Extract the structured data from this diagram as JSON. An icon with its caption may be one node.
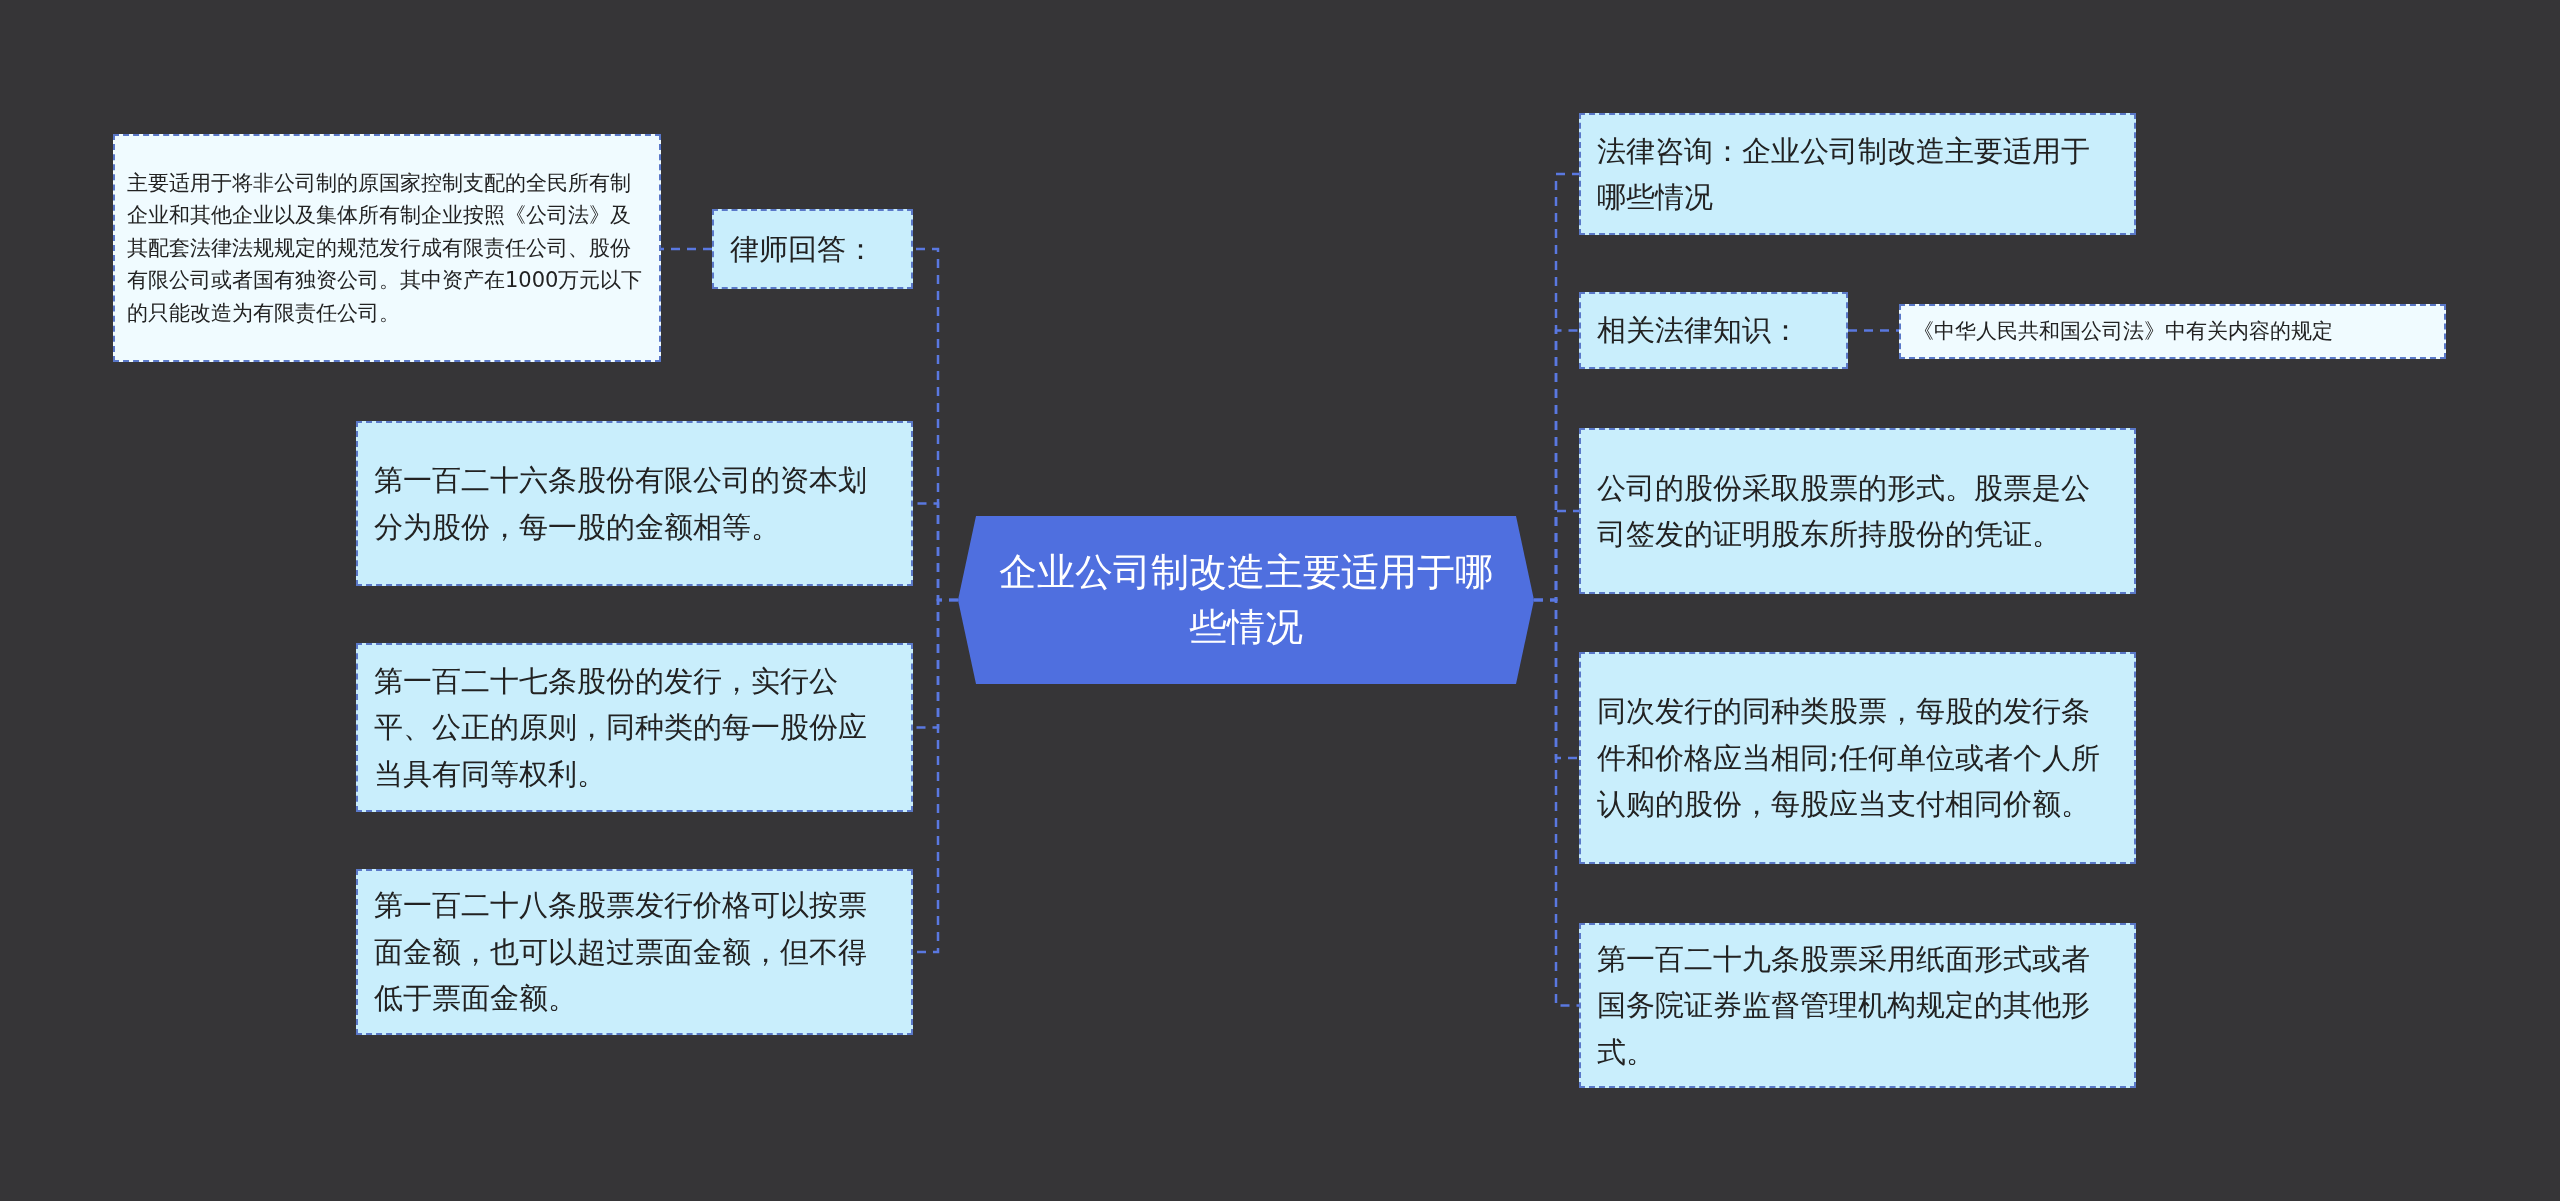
{
  "diagram": {
    "nodes": [
      {
        "text": [
          "企业公司制改造主要适用于哪些情况"
        ]
      },
      {
        "text": [
          "律师回答："
        ]
      },
      {
        "text": [
          "主要适用于将非公司制的原国家控制支配的全民所有制企业和其他企业以及集体所有制企业按照《公司法》及其配套法律法规规定的规范发行成有限责任公司、股份有限公司或者国有独资公司。其中资产在1000万元以下的只能改造为有限责任公司。"
        ]
      },
      {
        "text": [
          "第一百二十六条股份有限公司的资本划分为股份，每一股的金额相等。"
        ]
      },
      {
        "text": [
          "第一百二十七条股份的发行，实行公平、公正的原则，同种类的每一股份应当具有同等权利。"
        ]
      },
      {
        "text": [
          "第一百二十八条股票发行价格可以按票面金额，也可以超过票面金额，但不得低于票面金额。"
        ]
      },
      {
        "text": [
          "法律咨询：企业公司制改造主要适用于哪些情况"
        ]
      },
      {
        "text": [
          "相关法律知识："
        ]
      },
      {
        "text": [
          "《中华人民共和国公司法》中有关内容的规定"
        ]
      },
      {
        "text": [
          "公司的股份采取股票的形式。股票是公司签发的证明股东所持股份的凭证。"
        ]
      },
      {
        "text": [
          "同次发行的同种类股票，每股的发行条件和价格应当相同;任何单位或者个人所认购的股份，每股应当支付相同价额。"
        ]
      },
      {
        "text": [
          "第一百二十九条股票采用纸面形式或者国务院证券监督管理机构规定的其他形式。"
        ]
      }
    ],
    "edges": [
      {
        "from": 0,
        "to": 1,
        "arrow": "none"
      },
      {
        "from": 1,
        "to": 2,
        "arrow": "none"
      },
      {
        "from": 0,
        "to": 3,
        "arrow": "none"
      },
      {
        "from": 0,
        "to": 4,
        "arrow": "none"
      },
      {
        "from": 0,
        "to": 5,
        "arrow": "none"
      },
      {
        "from": 0,
        "to": 6,
        "arrow": "none"
      },
      {
        "from": 0,
        "to": 7,
        "arrow": "none"
      },
      {
        "from": 7,
        "to": 8,
        "arrow": "none"
      },
      {
        "from": 0,
        "to": 9,
        "arrow": "none"
      },
      {
        "from": 0,
        "to": 10,
        "arrow": "none"
      },
      {
        "from": 0,
        "to": 11,
        "arrow": "none"
      }
    ]
  }
}
